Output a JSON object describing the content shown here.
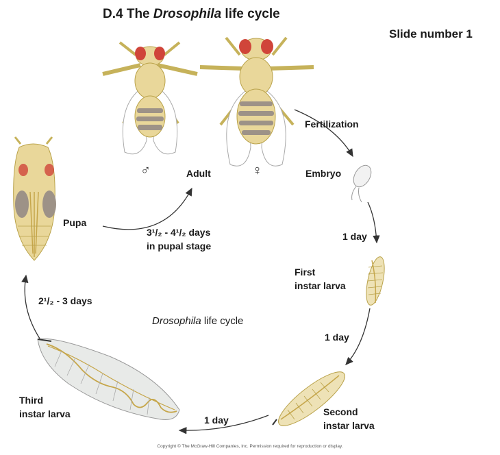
{
  "title": {
    "prefix": "D.4  The ",
    "italic": "Drosophila",
    "suffix": " life cycle"
  },
  "slide_label": "Slide number 1",
  "stages": {
    "adult": "Adult",
    "male_symbol": "♂",
    "female_symbol": "♀",
    "embryo": "Embryo",
    "first_instar": [
      "First",
      "instar larva"
    ],
    "second_instar": [
      "Second",
      "instar larva"
    ],
    "third_instar": [
      "Third",
      "instar larva"
    ],
    "pupa": "Pupa"
  },
  "transitions": {
    "fertilization": "Fertilization",
    "embryo_to_first": "1 day",
    "first_to_second": "1 day",
    "second_to_third": "1 day",
    "third_to_pupa": "2¹/₂ - 3 days",
    "pupa_to_adult": [
      "3¹/₂ - 4¹/₂ days",
      "in pupal stage"
    ]
  },
  "center_label": {
    "italic": "Drosophila",
    "rest": " life cycle"
  },
  "copyright": "Copyright © The McGraw-Hill Companies, Inc. Permission required for reproduction or display.",
  "colors": {
    "body": "#e9d79a",
    "eye": "#d0453a",
    "wing": "#ffffff",
    "stripe": "#9d9287",
    "larva": "#eee2b6",
    "arrow": "#333333"
  }
}
